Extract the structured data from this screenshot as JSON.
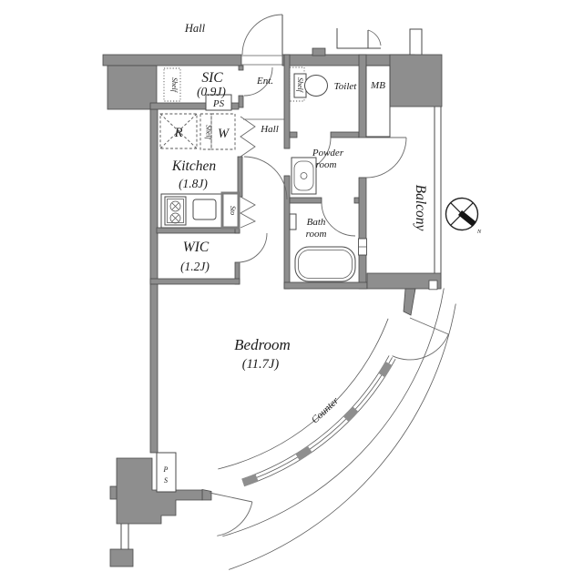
{
  "title": "Apartment floor plan",
  "colors": {
    "wall": "#8e8e8e",
    "line": "#4a4a4a",
    "text": "#1c1c1c",
    "background": "#ffffff",
    "north_marker": "#151515"
  },
  "labels": {
    "corridor_hall": "Hall",
    "sic": "SIC",
    "sic_area": "(0.9J)",
    "sic_shelf": "Shelf",
    "ent": "Ent.",
    "ps_upper": "PS",
    "toilet": "Toilet",
    "toilet_shelf": "Shelf",
    "mb": "MB",
    "fridge": "R",
    "washer": "W",
    "washer_shelf": "Shelf",
    "hall": "Hall",
    "powder_line1": "Powder",
    "powder_line2": "room",
    "kitchen": "Kitchen",
    "kitchen_area": "(1.8J)",
    "storage": "Sto",
    "wic": "WIC",
    "wic_area": "(1.2J)",
    "bath_line1": "Bath",
    "bath_line2": "room",
    "balcony": "Balcony",
    "bedroom": "Bedroom",
    "bedroom_area": "(11.7J)",
    "counter": "Counter",
    "ps_lower_line1": "P",
    "ps_lower_line2": "S",
    "north": "N"
  },
  "icons": [
    "toilet-icon",
    "washbasin-icon",
    "bathtub-icon",
    "stove-icon",
    "kitchen-sink-icon",
    "compass-icon",
    "fridge-box-icon",
    "washer-box-icon"
  ]
}
